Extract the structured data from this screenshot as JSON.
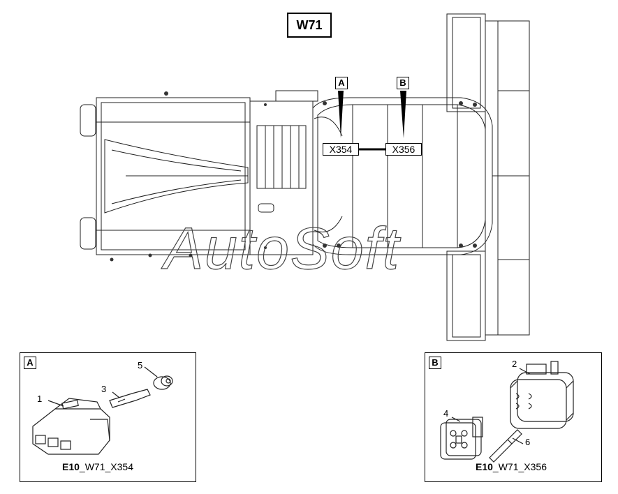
{
  "diagram": {
    "title": "W71",
    "markers": {
      "a": "A",
      "b": "B"
    },
    "connectors": {
      "left": "X354",
      "right": "X356"
    },
    "watermark": "AutoSoft"
  },
  "detail_a": {
    "marker": "A",
    "caption_prefix": "E10",
    "caption_rest": "_W71_X354",
    "callouts": [
      "1",
      "3",
      "5"
    ]
  },
  "detail_b": {
    "marker": "B",
    "caption_prefix": "E10",
    "caption_rest": "_W71_X356",
    "callouts": [
      "2",
      "4",
      "6"
    ]
  }
}
